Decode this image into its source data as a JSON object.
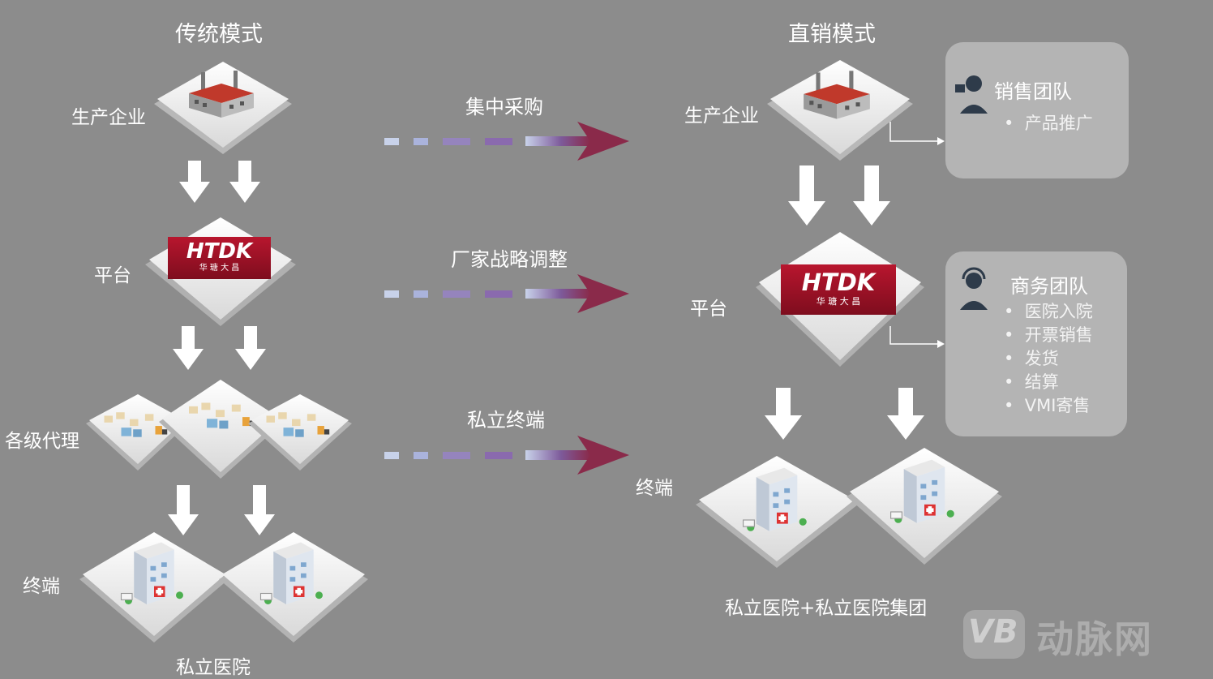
{
  "traditional": {
    "title": "传统模式",
    "producer_label": "生产企业",
    "platform_label": "平台",
    "agents_label": "各级代理",
    "terminal_label": "终端",
    "bottom_label": "私立医院"
  },
  "direct": {
    "title": "直销模式",
    "producer_label": "生产企业",
    "platform_label": "平台",
    "terminal_label": "终端",
    "bottom_label": "私立医院+私立医院集团"
  },
  "transitions": [
    "集中采购",
    "厂家战略调整",
    "私立终端"
  ],
  "logo": {
    "brand": "HTDK",
    "subtitle": "华 瑭 大 昌"
  },
  "sales_panel": {
    "title": "销售团队",
    "items": [
      "产品推广"
    ]
  },
  "business_panel": {
    "title": "商务团队",
    "items": [
      "医院入院",
      "开票销售",
      "发货",
      "结算",
      "VMI寄售"
    ]
  },
  "watermark": {
    "mark": "VB",
    "text": "动脉网"
  },
  "colors": {
    "background": "#8c8c8c",
    "arrow_accent": "#8a2a4a",
    "logo_red": "#a3142a"
  }
}
